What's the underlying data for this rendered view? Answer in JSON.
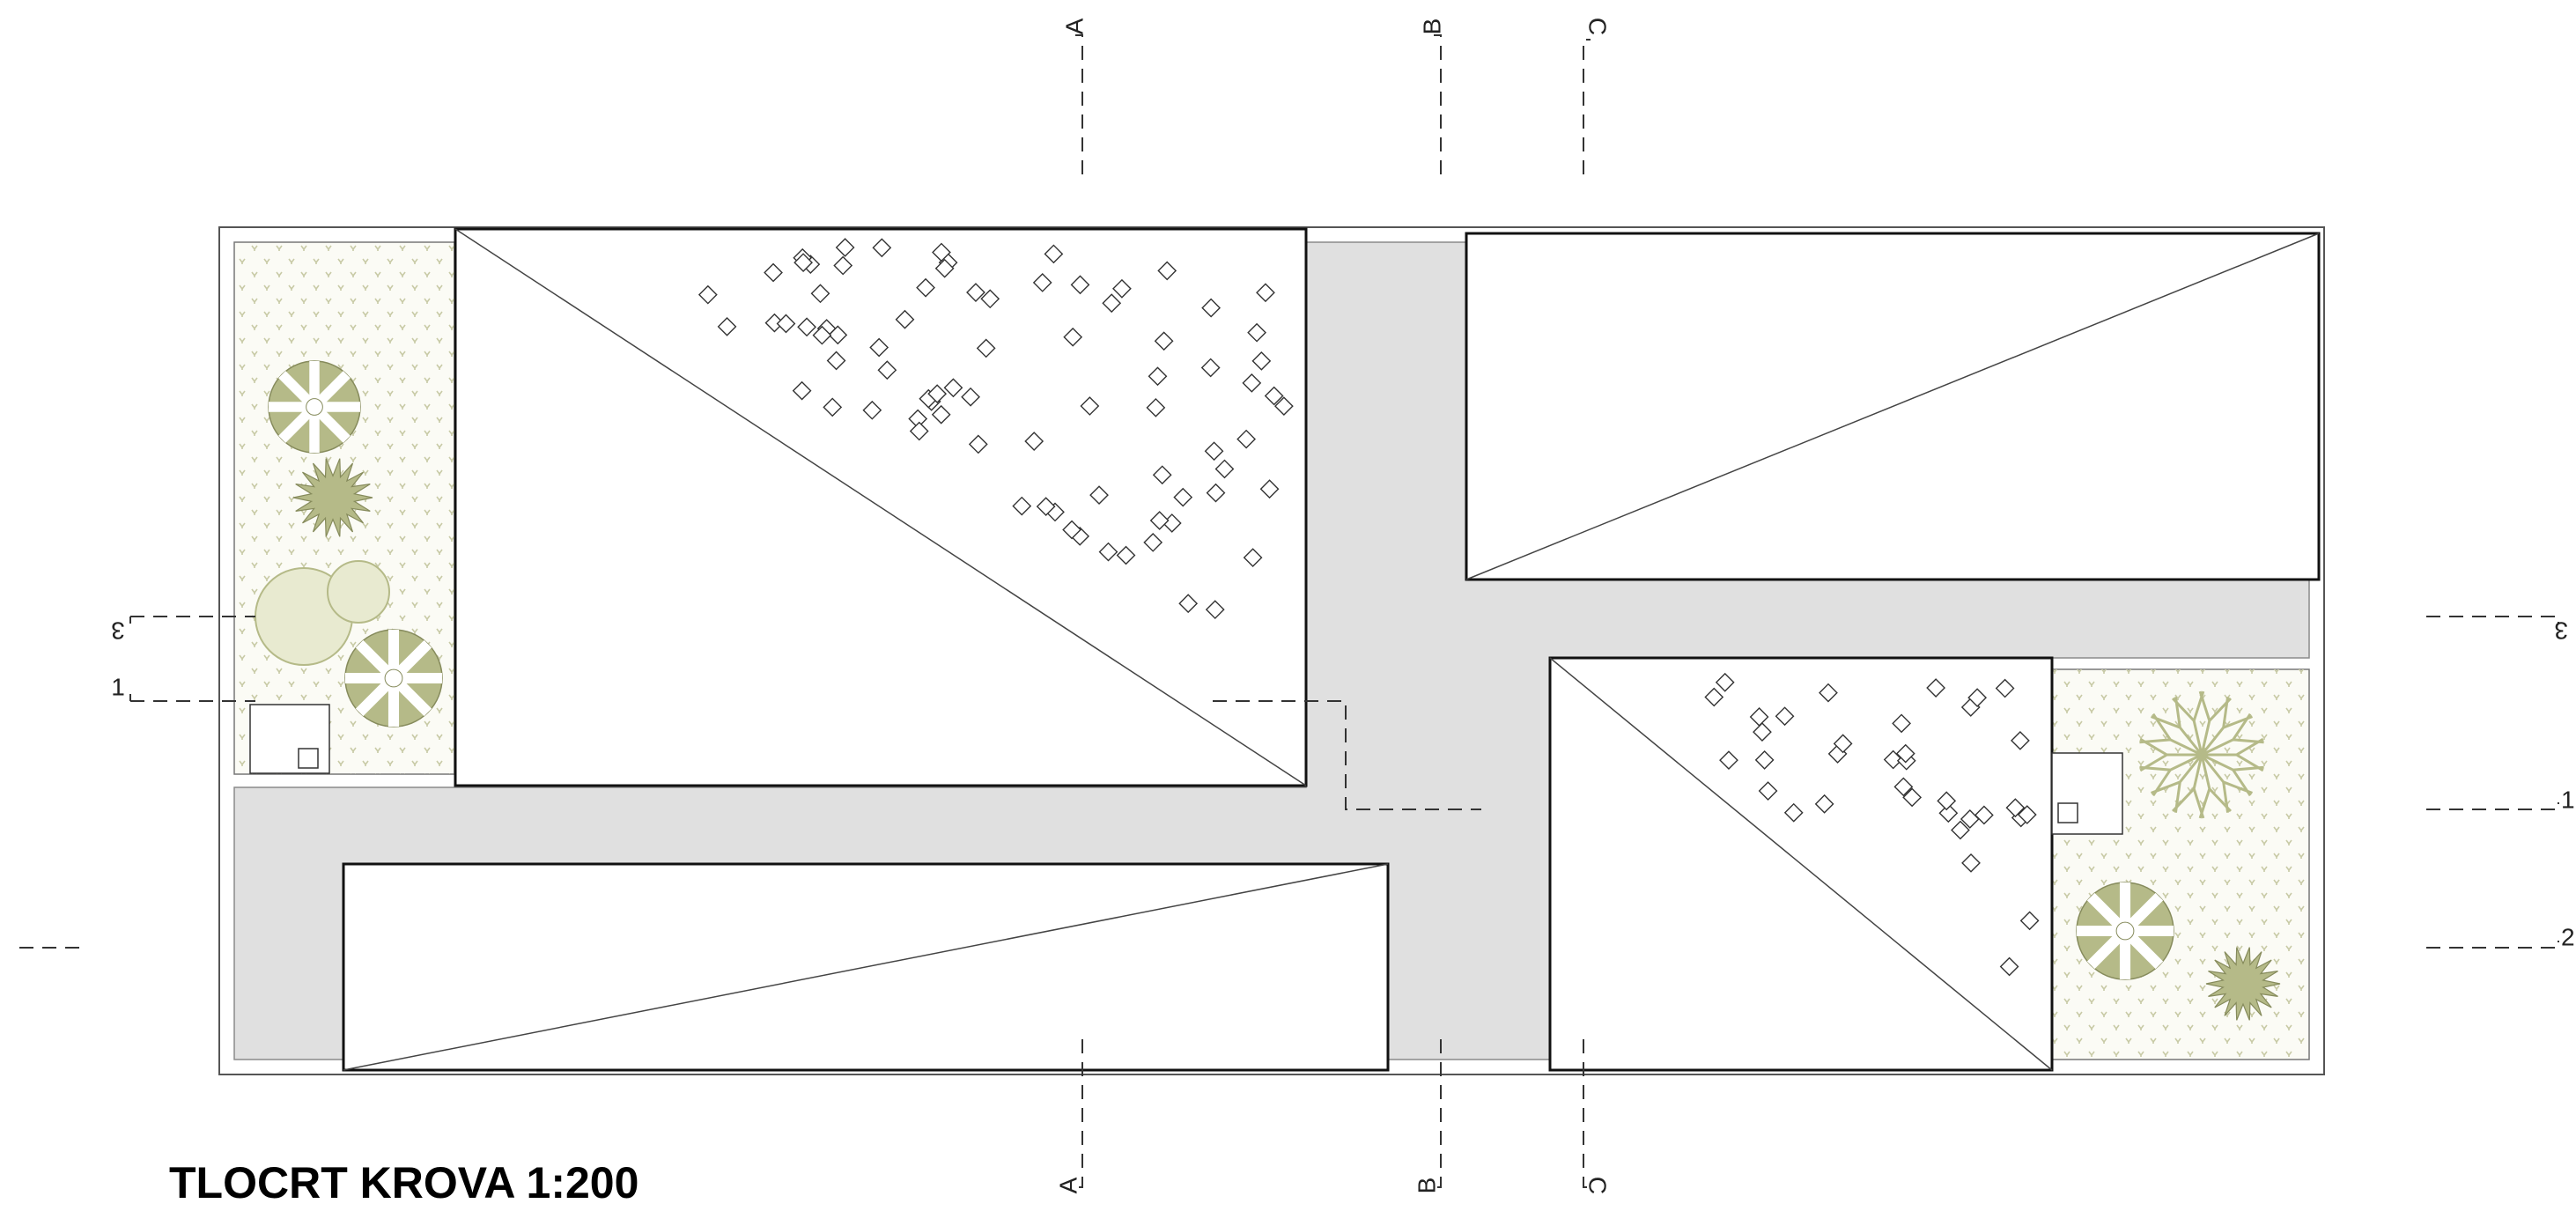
{
  "drawing": {
    "title": "TLOCRT KROVA 1:200"
  },
  "section_marks": {
    "vertical": [
      "A",
      "B",
      "C"
    ],
    "horizontal": [
      "3",
      "1",
      "2"
    ]
  },
  "colors": {
    "line": "#1a1a1a",
    "paving": "#e0e0e0",
    "garden": "#fbfbf5",
    "grass": "#c8caa6",
    "tree": "#b5ba88",
    "tree_dark": "#868b5c"
  },
  "skylight_counts": {
    "roof_north_west": 80,
    "roof_south_east": 35
  },
  "trees": {
    "west_garden": 5,
    "east_garden": 3
  }
}
